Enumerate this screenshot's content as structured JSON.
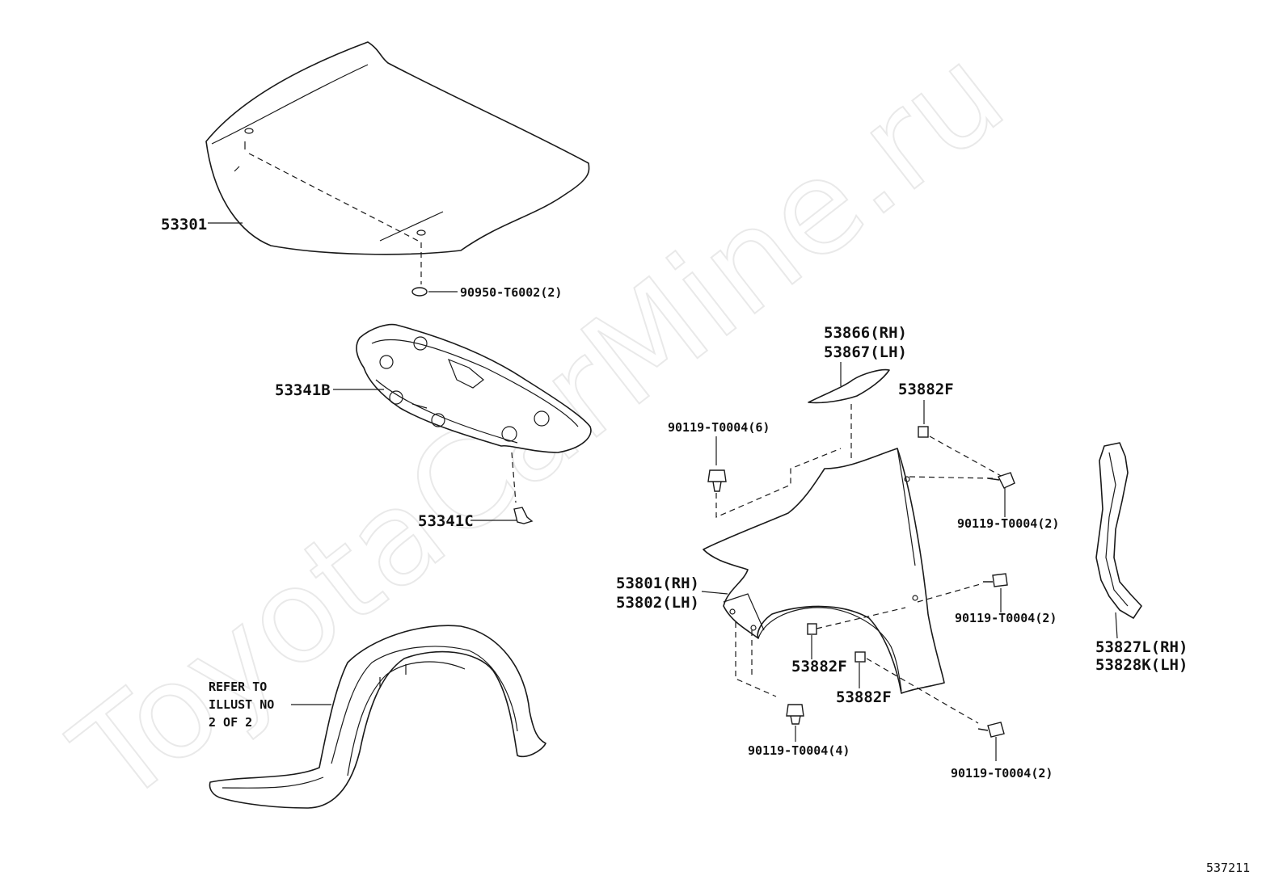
{
  "watermark": "ToyotaCarMine.ru",
  "diagram_id": "537211",
  "refer_note": [
    "REFER TO",
    "ILLUST NO",
    "2 OF 2"
  ],
  "parts": {
    "hood": "53301",
    "hood_clip": "90950-T6002(2)",
    "hood_insulator": "53341B",
    "insulator_clip": "53341C",
    "seal_rh": "53866(RH)",
    "seal_lh": "53867(LH)",
    "nut_top": "53882F",
    "bolt_top_left": "90119-T0004(6)",
    "bolt_top_right": "90119-T0004(2)",
    "fender_rh": "53801(RH)",
    "fender_lh": "53802(LH)",
    "bolt_mid_right": "90119-T0004(2)",
    "nut_mid": "53882F",
    "nut_low": "53882F",
    "bolt_bottom_left": "90119-T0004(4)",
    "bolt_bottom_right": "90119-T0004(2)",
    "protector_rh": "53827L(RH)",
    "protector_lh": "53828K(LH)"
  }
}
